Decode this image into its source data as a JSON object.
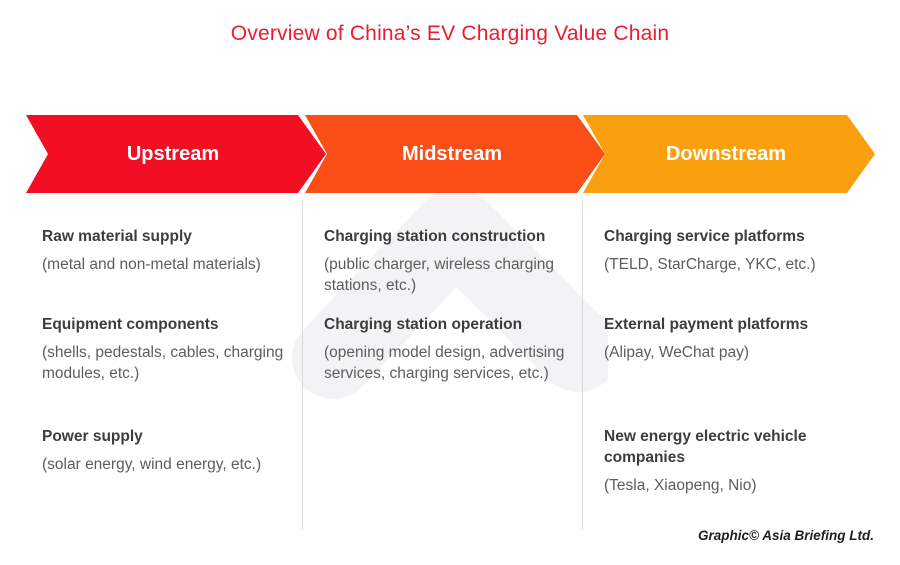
{
  "title": {
    "text": "Overview of China’s EV Charging Value Chain",
    "color": "#ec1b2e"
  },
  "stages": [
    {
      "label": "Upstream",
      "color": "#f20f23"
    },
    {
      "label": "Midstream",
      "color": "#fb4d16"
    },
    {
      "label": "Downstream",
      "color": "#faa00e"
    }
  ],
  "columns": [
    {
      "stage": "upstream",
      "items": [
        {
          "title": "Raw material supply",
          "detail": "(metal and non-metal materials)"
        },
        {
          "title": "Equipment components",
          "detail": "(shells, pedestals, cables, charging modules, etc.)"
        },
        {
          "title": "Power supply",
          "detail": "(solar energy, wind energy, etc.)"
        }
      ]
    },
    {
      "stage": "midstream",
      "items": [
        {
          "title": "Charging station construction",
          "detail": "(public charger, wireless charging stations, etc.)"
        },
        {
          "title": "Charging station operation",
          "detail": "(opening model design, advertising services, charging services, etc.)"
        }
      ]
    },
    {
      "stage": "downstream",
      "items": [
        {
          "title": "Charging service platforms",
          "detail": "(TELD, StarCharge, YKC, etc.)"
        },
        {
          "title": "External payment platforms",
          "detail": "(Alipay, WeChat pay)"
        },
        {
          "title": "New energy electric vehicle companies",
          "detail": "(Tesla, Xiaopeng, Nio)"
        }
      ]
    }
  ],
  "watermark": {
    "name": "asia-briefing-logo",
    "color": "#f3f3f5"
  },
  "credit": "Graphic© Asia Briefing Ltd."
}
